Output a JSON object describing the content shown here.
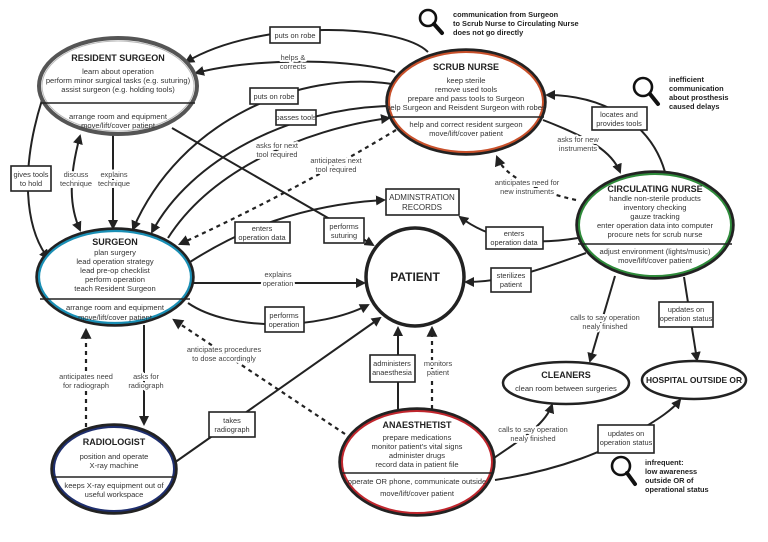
{
  "colors": {
    "resident_surgeon": "#555555",
    "scrub_nurse": "#c8502a",
    "circulating_nurse": "#2e8b3a",
    "surgeon": "#1a8fb5",
    "radiologist": "#1f2f6e",
    "anaesthetist": "#c0262d",
    "neutral": "#222222"
  },
  "nodes": {
    "resident_surgeon": {
      "title": "RESIDENT SURGEON",
      "tasks": [
        "learn about operation",
        "perform minor surgical tasks (e.g. suturing)",
        "assist surgeon (e.g. holding tools)"
      ],
      "shared": [
        "arrange room and equipment",
        "move/lift/cover patient"
      ]
    },
    "scrub_nurse": {
      "title": "SCRUB NURSE",
      "tasks": [
        "keep sterile",
        "remove used tools",
        "prepare and pass tools to Surgeon",
        "help Surgeon and Reisdent Surgeon with robes"
      ],
      "shared": [
        "help and correct resident surgeon",
        "move/lift/cover patient"
      ]
    },
    "circulating_nurse": {
      "title": "CIRCULATING NURSE",
      "tasks": [
        "handle non-sterile products",
        "inventory checking",
        "gauze tracking",
        "enter operation data into computer",
        "procure nets for scrub nurse"
      ],
      "shared": [
        "adjust environment (lights/music)",
        "move/lift/cover patient"
      ]
    },
    "surgeon": {
      "title": "SURGEON",
      "tasks": [
        "plan surgery",
        "lead operation strategy",
        "lead pre-op checklist",
        "perform operation",
        "teach Resident Surgeon"
      ],
      "shared": [
        "arrange room and equipment",
        "move/lift/cover patient"
      ]
    },
    "radiologist": {
      "title": "RADIOLOGIST",
      "tasks": [
        "position and operate",
        "X-ray machine"
      ],
      "shared": [
        "keeps X-ray equipment out of",
        "useful workspace"
      ]
    },
    "anaesthetist": {
      "title": "ANAESTHETIST",
      "tasks": [
        "prepare medications",
        "monitor patient's vital signs",
        "administer drugs",
        "record data in patient file"
      ],
      "shared": [
        "operate OR phone, communicate outside",
        "move/lift/cover patient"
      ]
    },
    "patient": {
      "title": "PATIENT"
    },
    "cleaners": {
      "title": "CLEANERS",
      "tasks": [
        "clean room between surgeries"
      ]
    },
    "hospital": {
      "title": "HOSPITAL OUTSIDE OR"
    },
    "admin": {
      "lines": [
        "ADMINSTRATION",
        "RECORDS"
      ]
    }
  },
  "edges": {
    "scrub_puts_on_robe_resident": [
      "puts on robe"
    ],
    "scrub_helps_resident": [
      "helps &",
      "corrects"
    ],
    "scrub_puts_on_robe_surgeon": [
      "puts on robe"
    ],
    "scrub_passes_tools": [
      "passes tools"
    ],
    "surgeon_asks_next_tool": [
      "asks for next",
      "tool required"
    ],
    "scrub_anticipates_next_tool": [
      "anticipates next",
      "tool required"
    ],
    "resident_gives_tools": [
      "gives tools",
      "to hold"
    ],
    "discuss_technique": [
      "discuss",
      "technique"
    ],
    "explains_technique": [
      "explains",
      "technique"
    ],
    "surgeon_enters_data": [
      "enters",
      "operation data"
    ],
    "resident_performs_suturing": [
      "performs",
      "suturing"
    ],
    "surgeon_explains_operation": [
      "explains",
      "operation"
    ],
    "surgeon_performs_operation": [
      "performs",
      "operation"
    ],
    "anaesthetist_anticipates_procedures": [
      "anticipates procedures",
      "to dose accordingly"
    ],
    "radiologist_anticipates_need": [
      "anticipates need",
      "for radiograph"
    ],
    "surgeon_asks_radiograph": [
      "asks for",
      "radiograph"
    ],
    "radiologist_takes_radiograph": [
      "takes",
      "radiograph"
    ],
    "anaesthetist_administers": [
      "administers",
      "anaesthesia"
    ],
    "anaesthetist_monitors": [
      "monitors",
      "patient"
    ],
    "anaesthetist_calls_cleaners": [
      "calls to say operation",
      "nealy finished"
    ],
    "anaesthetist_updates_hospital": [
      "updates on",
      "operation status"
    ],
    "circulating_calls_cleaners": [
      "calls to say operation",
      "nealy finished"
    ],
    "circulating_updates_hospital": [
      "updates on",
      "operation status"
    ],
    "circulating_sterilizes": [
      "sterilizes",
      "patient"
    ],
    "circulating_enters_data": [
      "enters",
      "operation data"
    ],
    "circulating_locates_tools": [
      "locates and",
      "provides tools"
    ],
    "scrub_asks_instruments": [
      "asks for new",
      "instruments"
    ],
    "circulating_anticipates_instruments": [
      "anticipates need for",
      "new instruments"
    ]
  },
  "annotations": [
    {
      "icon": "magnifier-icon",
      "lines": [
        "communication from Surgeon",
        "to Scrub Nurse to Circulating Nurse",
        "does not go directly"
      ]
    },
    {
      "icon": "magnifier-icon",
      "lines": [
        "inefficient",
        "communication",
        "about prosthesis",
        "caused delays"
      ]
    },
    {
      "icon": "magnifier-icon",
      "lines": [
        "infrequent:",
        "low awareness",
        "outside OR of",
        "operational status"
      ]
    }
  ]
}
